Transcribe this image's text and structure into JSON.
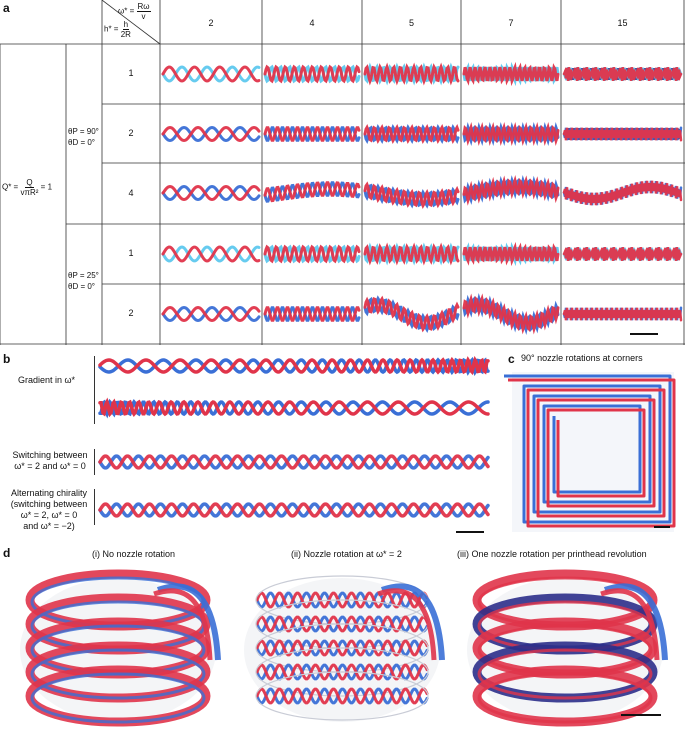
{
  "panels": {
    "a": "a",
    "b": "b",
    "c": "c",
    "d": "d"
  },
  "panel_a": {
    "omega_label": "ω* =",
    "omega_num": "Rω",
    "omega_den": "v",
    "h_label": "h* =",
    "h_num": "h",
    "h_den": "2R",
    "q_label": "Q* =",
    "q_num": "Q",
    "q_den": "vπR²",
    "q_eq": "= 1",
    "omega_values": [
      "2",
      "4",
      "5",
      "7",
      "15"
    ],
    "group1": {
      "theta_p": "θP = 90°",
      "theta_d": "θD = 0°",
      "h_values": [
        "1",
        "2",
        "4"
      ]
    },
    "group2": {
      "theta_p": "θP = 25°",
      "theta_d": "θD = 0°",
      "h_values": [
        "1",
        "2"
      ]
    }
  },
  "panel_b": {
    "gradient_label": "Gradient in ω*",
    "switching_line1": "Switching between",
    "switching_line2": "ω* = 2 and ω* = 0",
    "alt_line1": "Alternating chirality",
    "alt_line2": "(switching between",
    "alt_line3": "ω* = 2, ω* = 0",
    "alt_line4": "and ω* = −2)"
  },
  "panel_c": {
    "title": "90° nozzle rotations at corners"
  },
  "panel_d": {
    "labels": [
      "(i) No nozzle rotation",
      "(ii) Nozzle rotation at ω* = 2",
      "(iii) One nozzle rotation per printhead revolution"
    ]
  },
  "colors": {
    "red": "#e0344a",
    "blue": "#3a6fd6",
    "cyan": "#5ec8ee",
    "navy": "#2c2f8a",
    "gridline": "#333333"
  }
}
